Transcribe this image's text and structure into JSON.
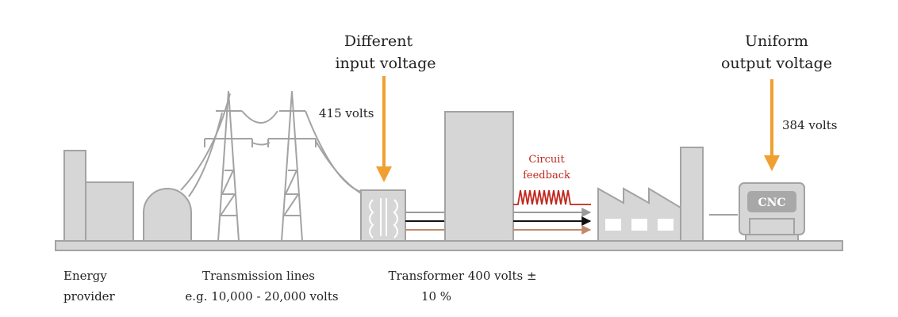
{
  "labels": {
    "input_title_1": "Different",
    "input_title_2": "input voltage",
    "output_title_1": "Uniform",
    "output_title_2": "output voltage",
    "input_volts": "415 volts",
    "output_volts": "384 volts",
    "feedback_1": "Circuit",
    "feedback_2": "feedback",
    "cnc": "CNC",
    "energy_1": "Energy",
    "energy_2": "provider",
    "transmission_1": "Transmission lines",
    "transmission_2": "e.g. 10,000 - 20,000 volts",
    "transformer_1": "Transformer 400 volts ±",
    "transformer_2": "10 %"
  },
  "colors": {
    "arrow_orange": "#f0a030",
    "feedback_red": "#c0281e",
    "gray_fill": "#d6d6d6",
    "gray_stroke": "#a3a3a3",
    "wire_brown": "#c08a6a"
  }
}
